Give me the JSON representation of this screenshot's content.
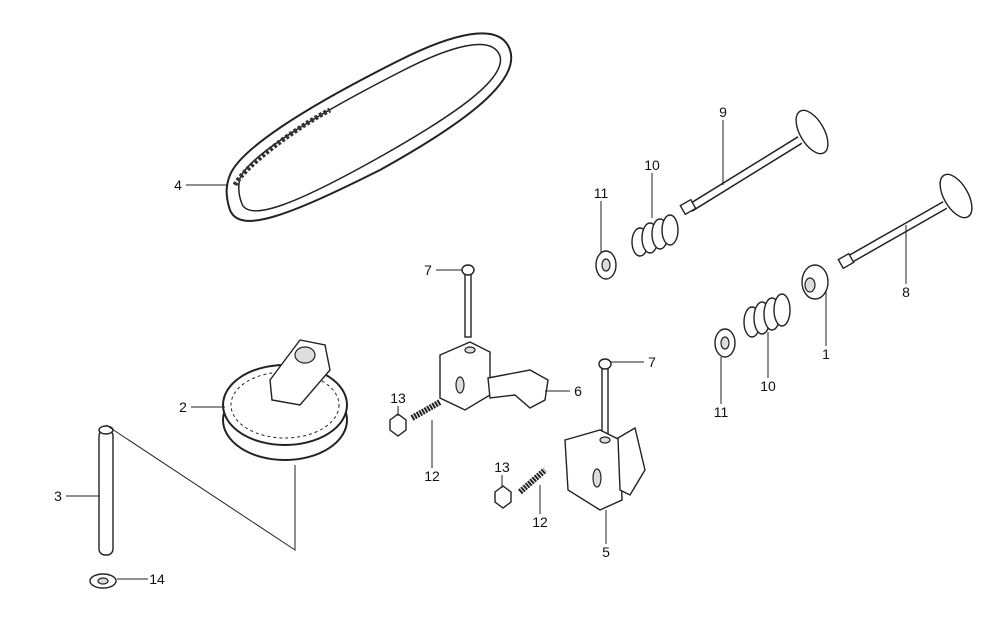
{
  "diagram": {
    "type": "exploded-parts-view",
    "callouts": [
      {
        "id": "c-4",
        "label": "4",
        "part": "timing-belt"
      },
      {
        "id": "c-9",
        "label": "9",
        "part": "valve-upper"
      },
      {
        "id": "c-10a",
        "label": "10",
        "part": "valve-spring-upper"
      },
      {
        "id": "c-11a",
        "label": "11",
        "part": "spring-retainer-upper"
      },
      {
        "id": "c-8",
        "label": "8",
        "part": "valve-lower"
      },
      {
        "id": "c-7a",
        "label": "7",
        "part": "rocker-shaft-upper"
      },
      {
        "id": "c-1",
        "label": "1",
        "part": "valve-stem-seal"
      },
      {
        "id": "c-7b",
        "label": "7",
        "part": "rocker-shaft-lower"
      },
      {
        "id": "c-10b",
        "label": "10",
        "part": "valve-spring-lower"
      },
      {
        "id": "c-11b",
        "label": "11",
        "part": "spring-retainer-lower"
      },
      {
        "id": "c-2",
        "label": "2",
        "part": "camshaft-pulley"
      },
      {
        "id": "c-13a",
        "label": "13",
        "part": "lock-nut-upper"
      },
      {
        "id": "c-6",
        "label": "6",
        "part": "rocker-arm-upper"
      },
      {
        "id": "c-12a",
        "label": "12",
        "part": "adjusting-screw-upper"
      },
      {
        "id": "c-13b",
        "label": "13",
        "part": "lock-nut-lower"
      },
      {
        "id": "c-3",
        "label": "3",
        "part": "camshaft-pin"
      },
      {
        "id": "c-12b",
        "label": "12",
        "part": "adjusting-screw-lower"
      },
      {
        "id": "c-5",
        "label": "5",
        "part": "rocker-arm-lower"
      },
      {
        "id": "c-14",
        "label": "14",
        "part": "washer"
      }
    ]
  }
}
